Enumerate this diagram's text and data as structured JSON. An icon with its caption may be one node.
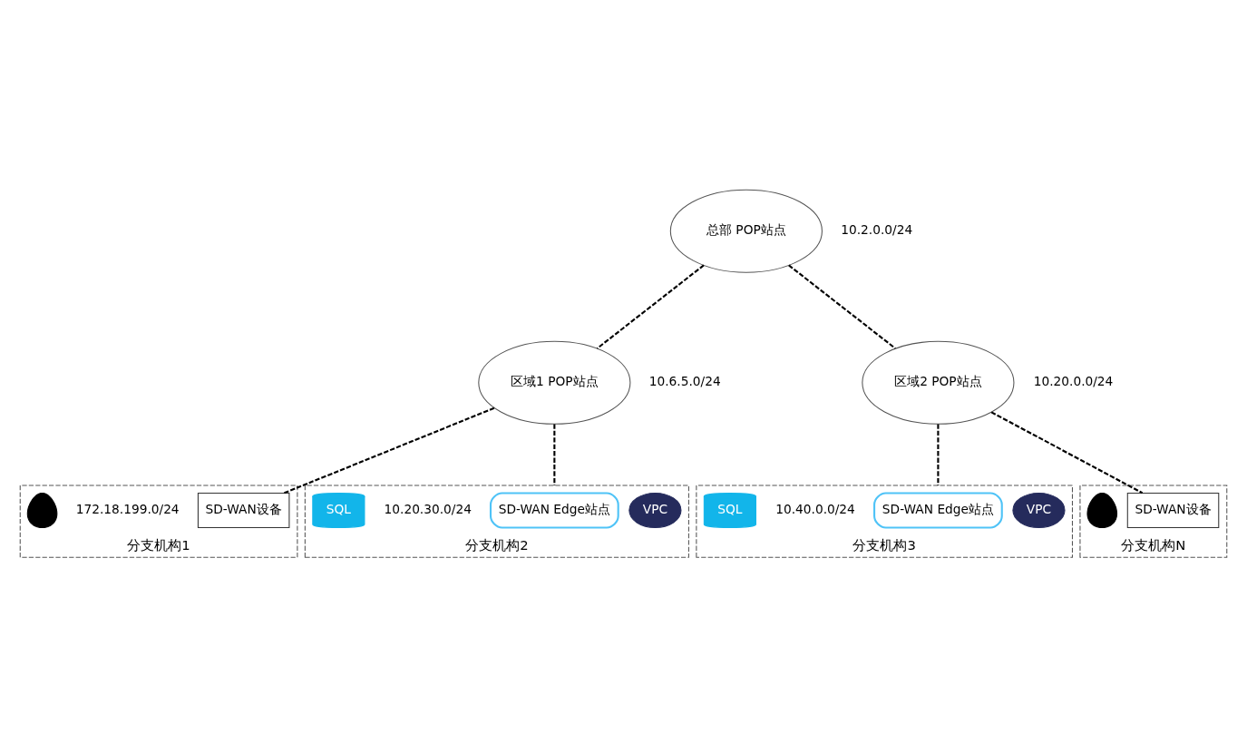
{
  "diagram": {
    "nodes": [
      {
        "text": [
          "总部 POP站点"
        ],
        "beside": [
          "10.2.0.0/24"
        ]
      },
      {
        "text": [
          "区域1 POP站点"
        ],
        "beside": [
          "10.6.5.0/24"
        ]
      },
      {
        "text": [
          "区域2 POP站点"
        ],
        "beside": [
          "10.20.0.0/24"
        ]
      },
      {
        "text": [
          "分支机构1"
        ]
      },
      {
        "text": [
          "SD-WAN设备"
        ],
        "in": 3
      },
      {
        "text": [],
        "shape": "person",
        "in": 3,
        "beside": [
          "172.18.199.0/24"
        ]
      },
      {
        "text": [
          "分支机构2"
        ]
      },
      {
        "text": [
          "VPC"
        ],
        "in": 6
      },
      {
        "text": [
          "SD-WAN Edge站点"
        ],
        "in": 6
      },
      {
        "text": [
          "SQL"
        ],
        "in": 6,
        "beside": [
          "10.20.30.0/24"
        ]
      },
      {
        "text": [
          "分支机构3"
        ]
      },
      {
        "text": [
          "VPC"
        ],
        "in": 10
      },
      {
        "text": [
          "SD-WAN Edge站点"
        ],
        "in": 10
      },
      {
        "text": [
          "SQL"
        ],
        "in": 10,
        "beside": [
          "10.40.0.0/24"
        ]
      },
      {
        "text": [
          "分支机构N"
        ]
      },
      {
        "text": [
          "SD-WAN设备"
        ],
        "in": 14
      },
      {
        "text": [],
        "shape": "person",
        "in": 14
      }
    ],
    "edges": [
      {
        "from": 0,
        "to": 1,
        "arrow": "none",
        "style": "dashed"
      },
      {
        "from": 0,
        "to": 2,
        "arrow": "none",
        "style": "dashed"
      },
      {
        "from": 1,
        "to": 4,
        "arrow": "none",
        "style": "dashed"
      },
      {
        "from": 1,
        "to": 6,
        "arrow": "none",
        "style": "dashed"
      },
      {
        "from": 2,
        "to": 10,
        "arrow": "none",
        "style": "dashed"
      },
      {
        "from": 2,
        "to": 15,
        "arrow": "none",
        "style": "dashed"
      }
    ]
  }
}
